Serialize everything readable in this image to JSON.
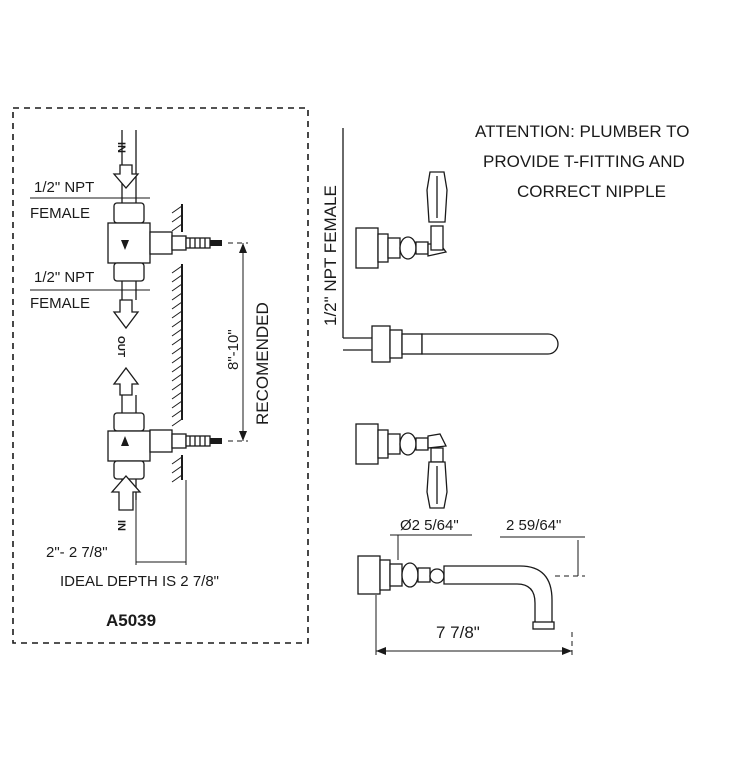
{
  "attention": {
    "line1": "ATTENTION: PLUMBER TO",
    "line2": "PROVIDE T-FITTING AND",
    "line3": "CORRECT NIPPLE"
  },
  "inlet_top": {
    "npt": "1/2\" NPT",
    "female": "FEMALE"
  },
  "outlet": {
    "npt": "1/2\" NPT",
    "female": "FEMALE"
  },
  "flow": {
    "in_top": "IN",
    "out": "OUT",
    "in_bottom": "IN"
  },
  "spacing": {
    "value": "8\"-10\"",
    "note": "RECOMENDED"
  },
  "depth": {
    "range": "2\"- 2 7/8\"",
    "ideal": "IDEAL DEPTH IS 2 7/8\""
  },
  "model": "A5039",
  "side_view": {
    "npt_label": "1/2\" NPT FEMALE"
  },
  "spout": {
    "diameter": "Ø2 5/64\"",
    "height": "2 59/64\"",
    "length": "7 7/8\""
  }
}
